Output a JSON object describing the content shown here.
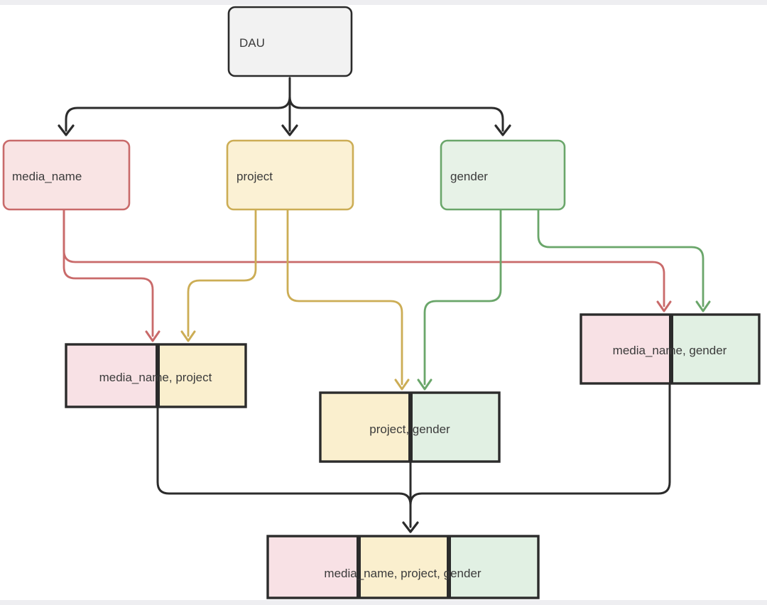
{
  "nodes": {
    "dau": {
      "label": "DAU"
    },
    "media_name": {
      "label": "media_name"
    },
    "project": {
      "label": "project"
    },
    "gender": {
      "label": "gender"
    },
    "media_name_project": {
      "label": "media_name, project"
    },
    "project_gender": {
      "label": "project, gender"
    },
    "media_name_gender": {
      "label": "media_name, gender"
    },
    "media_name_project_gender": {
      "label": "media_name, project, gender"
    }
  },
  "colors": {
    "edge_black": "#2b2b2b",
    "red_border": "#c96a6a",
    "red_fill": "#f9e4e4",
    "red_fill_split": "#f8e1e5",
    "yellow_border": "#ccad55",
    "yellow_fill": "#fbf1d4",
    "yellow_fill_split": "#faefce",
    "green_border": "#6aa66a",
    "green_fill": "#e7f2e7",
    "green_fill_split": "#e1f0e3",
    "root_fill": "#f2f2f2",
    "text": "#3b3b3b",
    "page_edge": "#eeeef1"
  }
}
